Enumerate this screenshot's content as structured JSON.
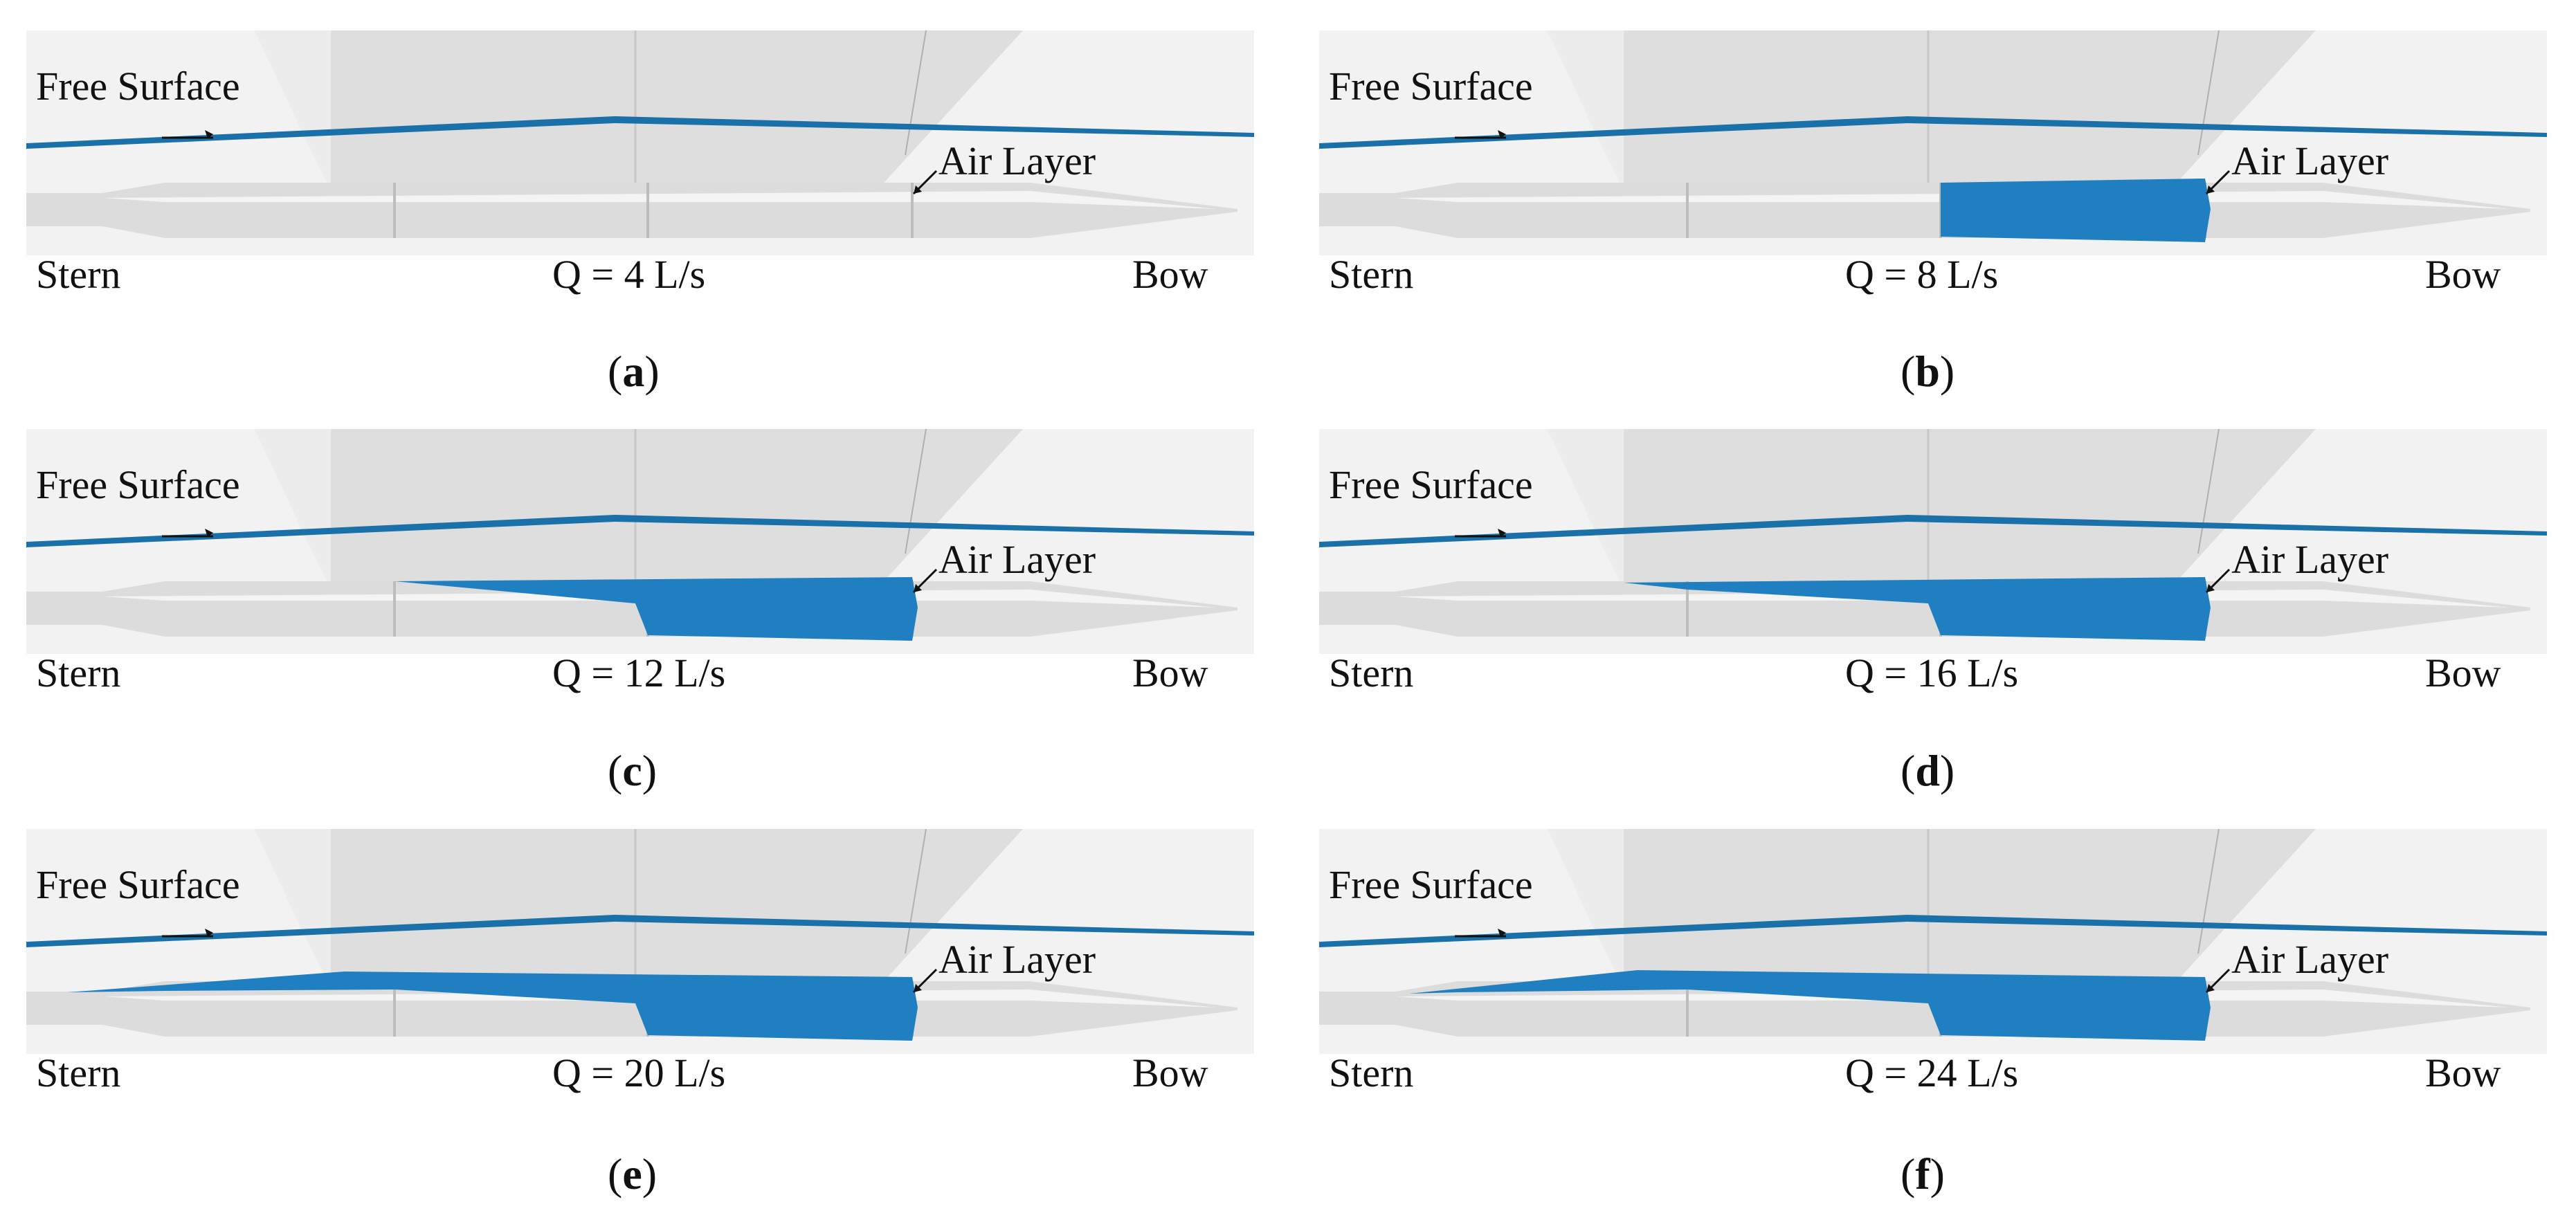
{
  "colors": {
    "air_layer": "#1f7fc0",
    "free_surface": "#1a70a8",
    "background": "#f2f2f2",
    "hull": "#e0e0e0"
  },
  "panels": [
    {
      "free_surface_label": "Free Surface",
      "air_layer_label": "Air Layer",
      "stern_label": "Stern",
      "flow_rate_label": "Q = 4 L/s",
      "bow_label": "Bow",
      "caption_open": "(",
      "caption_letter": "a",
      "caption_close": ")",
      "air_layer_extent": 0.01
    },
    {
      "free_surface_label": "Free Surface",
      "air_layer_label": "Air Layer",
      "stern_label": "Stern",
      "flow_rate_label": "Q = 8 L/s",
      "bow_label": "Bow",
      "caption_open": "(",
      "caption_letter": "b",
      "caption_close": ")",
      "air_layer_extent": 0.22
    },
    {
      "free_surface_label": "Free Surface",
      "air_layer_label": "Air Layer",
      "stern_label": "Stern",
      "flow_rate_label": "Q = 12 L/s",
      "bow_label": "Bow",
      "caption_open": "(",
      "caption_letter": "c",
      "caption_close": ")",
      "air_layer_extent": 0.42
    },
    {
      "free_surface_label": "Free Surface",
      "air_layer_label": "Air Layer",
      "stern_label": "Stern",
      "flow_rate_label": "Q = 16 L/s",
      "bow_label": "Bow",
      "caption_open": "(",
      "caption_letter": "d",
      "caption_close": ")",
      "air_layer_extent": 0.48
    },
    {
      "free_surface_label": "Free Surface",
      "air_layer_label": "Air Layer",
      "stern_label": "Stern",
      "flow_rate_label": "Q = 20 L/s",
      "bow_label": "Bow",
      "caption_open": "(",
      "caption_letter": "e",
      "caption_close": ")",
      "air_layer_extent": 0.65
    },
    {
      "free_surface_label": "Free Surface",
      "air_layer_label": "Air Layer",
      "stern_label": "Stern",
      "flow_rate_label": "Q = 24 L/s",
      "bow_label": "Bow",
      "caption_open": "(",
      "caption_letter": "f",
      "caption_close": ")",
      "air_layer_extent": 0.73
    }
  ]
}
